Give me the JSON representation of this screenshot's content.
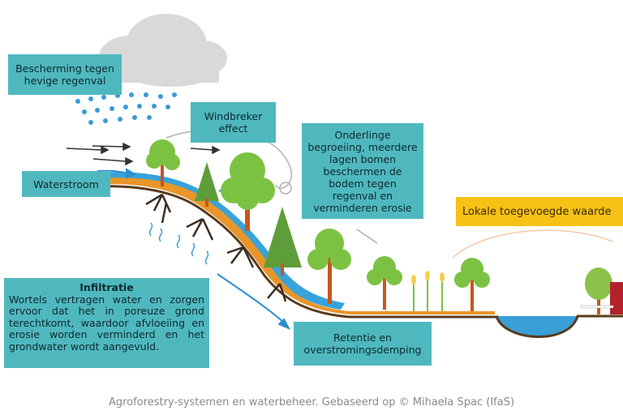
{
  "labels": {
    "bescherming": "Bescherming tegen hevige regenval",
    "windbreker": "Windbreker effect",
    "waterstroom": "Waterstroom",
    "onderlinge": "Onderlinge begroeiing, meerdere lagen bomen beschermen de bodem tegen regenval en verminderen erosie",
    "lokale": "Lokale toegevoegde waarde",
    "infiltratie_title": "Infiltratie",
    "infiltratie_body": "Wortels vertragen water en zorgen ervoor dat het in poreuze grond terechtkomt, waardoor afvloeiing en erosie worden verminderd en het grondwater wordt aangevuld.",
    "retentie": "Retentie en overstromingsdemping"
  },
  "caption": "Agroforestry-systemen en waterbeheer. Gebaseerd op © Mihaela Spac (IfaS)",
  "colors": {
    "label_box": "#4fb8bf",
    "highlight_box": "#f7c116",
    "water": "#2b8fd0",
    "soil": "#e8962a",
    "tree_green": "#7cc242",
    "trunk": "#c8561e"
  }
}
